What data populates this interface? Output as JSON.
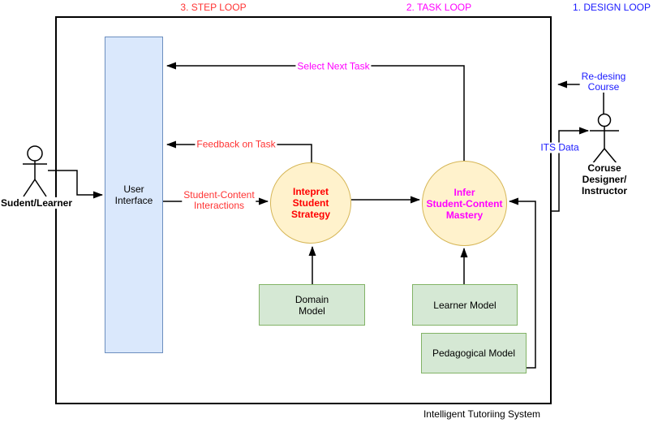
{
  "loops": {
    "step": {
      "label": "3. STEP LOOP",
      "color": "#FF3333"
    },
    "task": {
      "label": "2. TASK LOOP",
      "color": "#FF00FF"
    },
    "design": {
      "label": "1. DESIGN LOOP",
      "color": "#1A1AFF"
    }
  },
  "system": {
    "caption": "Intelligent Tutoriing System"
  },
  "actors": {
    "student": {
      "label": "Sudent/Learner"
    },
    "designer": {
      "label": "Coruse Designer/\nInstructor"
    }
  },
  "nodes": {
    "user_interface": {
      "label": "User\nInterface",
      "fill": "#DAE8FC",
      "border": "#6C8EBF"
    },
    "interpret_student_strategy": {
      "label": "Intepret\nStudent\nStrategy",
      "fill": "#FFF2CC",
      "border": "#D6B656",
      "text_color": "#FF0000"
    },
    "infer_student_content_mastery": {
      "label": "Infer\nStudent-Content\nMastery",
      "fill": "#FFF2CC",
      "border": "#D6B656",
      "text_color": "#FF00FF"
    },
    "domain_model": {
      "label": "Domain\nModel",
      "fill": "#D5E8D4",
      "border": "#82B366"
    },
    "learner_model": {
      "label": "Learner Model",
      "fill": "#D5E8D4",
      "border": "#82B366"
    },
    "pedagogical_model": {
      "label": "Pedagogical Model",
      "fill": "#D5E8D4",
      "border": "#82B366"
    }
  },
  "edges": {
    "select_next_task": {
      "label": "Select Next Task",
      "color": "#FF00FF"
    },
    "feedback_on_task": {
      "label": "Feedback on Task",
      "color": "#FF3333"
    },
    "student_content_interactions": {
      "label": "Student-Content\nInteractions",
      "color": "#FF3333"
    },
    "its_data": {
      "label": "ITS Data",
      "color": "#1A1AFF"
    },
    "redesign_course": {
      "label": "Re-desing\nCourse",
      "color": "#1A1AFF"
    }
  }
}
